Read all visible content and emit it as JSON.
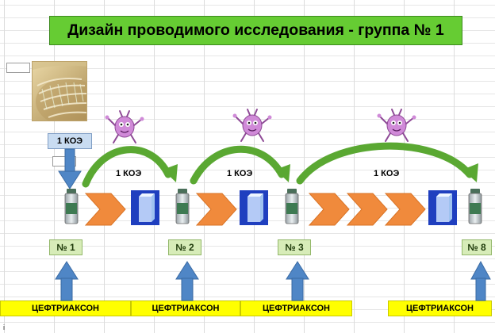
{
  "title": "Дизайн проводимого исследования - группа № 1",
  "koe_source_label": "1 КОЭ",
  "transfer_labels": [
    "1 КОЭ",
    "1 КОЭ",
    "1 КОЭ"
  ],
  "tube_labels": [
    "№ 1",
    "№ 2",
    "№ 3",
    "№ 8"
  ],
  "antibiotic_labels": [
    "ЦЕФТРИАКСОН",
    "ЦЕФТРИАКСОН",
    "ЦЕФТРИАКСОН",
    "ЦЕФТРИАКСОН"
  ],
  "bottom_fragment": "і",
  "icons": {
    "culture_photo": "bacteria-culture-photo-icon",
    "microbe": "microbe-icon",
    "vial": "vial-icon",
    "cuvette": "cuvette-icon",
    "process_arrow": "chevron-arrow-icon",
    "curved_arrow": "curved-arrow-icon",
    "down_arrow": "down-arrow-icon",
    "up_arrow": "up-arrow-icon"
  },
  "colors": {
    "title_bg": "#66cc33",
    "label_bg": "#d7ecb8",
    "antibiotic_bg": "#ffff00",
    "orange_arrow": "#f08a3c",
    "green_arrow": "#5aa832",
    "blue_arrow": "#4f86c6",
    "cuvette_bg": "#1f3fbf",
    "microbe": "#d08ad8"
  }
}
